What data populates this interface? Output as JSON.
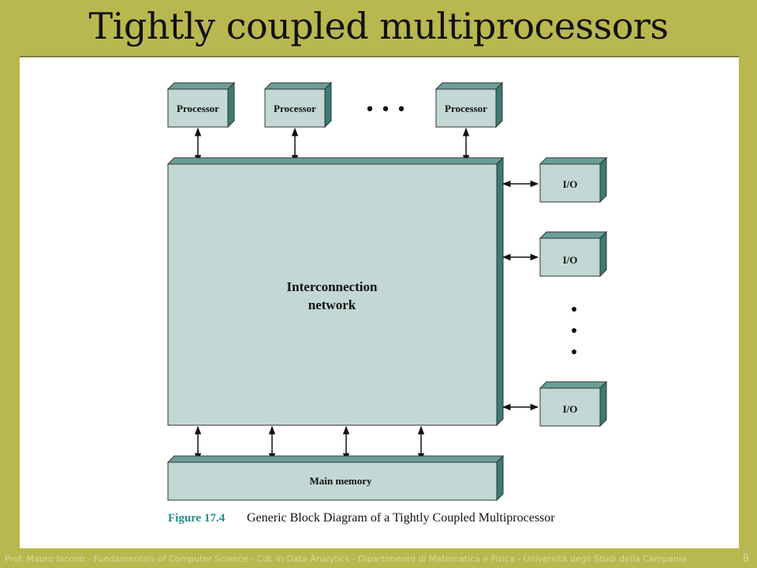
{
  "slide": {
    "title": "Tightly coupled multiprocessors",
    "footer": "Prof. Mauro Iacono - Fundamentals of Computer  Science - CdL in Data Analytics - Dipartimento di Matematica e Fisica - Università degli Studi della Campania",
    "page_number": "8"
  },
  "diagram": {
    "processors": [
      "Processor",
      "Processor",
      "Processor"
    ],
    "processor_ellipsis": "• • •",
    "interconnect": [
      "Interconnection",
      "network"
    ],
    "io_modules": [
      "I/O",
      "I/O",
      "I/O"
    ],
    "main_memory": "Main memory",
    "caption_label": "Figure 17.4",
    "caption_text": "Generic Block Diagram of a Tightly Coupled Multiprocessor"
  },
  "colors": {
    "background": "#b9b84f",
    "box_face": "#c3d8d4",
    "box_top": "#6a9e98",
    "box_side": "#3c7a72",
    "caption_accent": "#2a8c8c"
  }
}
